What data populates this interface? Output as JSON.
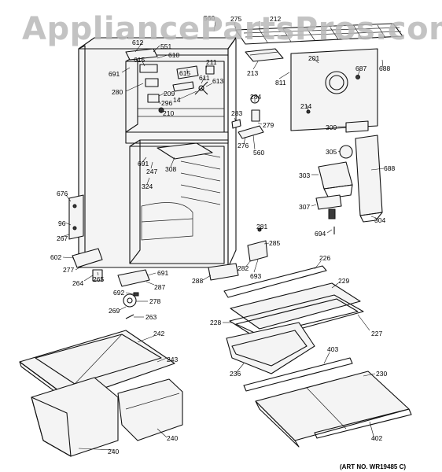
{
  "watermark": "AppliancePartsPros.com",
  "art_number": "(ART NO. WR19485 C)",
  "callouts": {
    "c560a": "560",
    "c275": "275",
    "c212": "212",
    "c612": "612",
    "c551": "551",
    "c610": "610",
    "c615a": "615",
    "c691a": "691",
    "c201": "201",
    "c688a": "688",
    "c687": "687",
    "c213": "213",
    "c811": "811",
    "c211": "211",
    "c615b": "615",
    "c611": "611",
    "c613": "613",
    "c280": "280",
    "c209": "209",
    "c14": "14",
    "c296": "296",
    "c210": "210",
    "c284": "284",
    "c214": "214",
    "c283": "283",
    "c279": "279",
    "c276": "276",
    "c560b": "560",
    "c309": "309",
    "c305": "305",
    "c688b": "688",
    "c303": "303",
    "c307": "307",
    "c304": "304",
    "c694": "694",
    "c691b": "691",
    "c247": "247",
    "c308": "308",
    "c324": "324",
    "c676": "676",
    "c96": "96",
    "c267": "267",
    "c281": "281",
    "c285": "285",
    "c282": "282",
    "c693": "693",
    "c602": "602",
    "c277": "277",
    "c264": "264",
    "c265": "265",
    "c691c": "691",
    "c287": "287",
    "c692": "692",
    "c288": "288",
    "c269": "269",
    "c278": "278",
    "c263": "263",
    "c226": "226",
    "c229": "229",
    "c228": "228",
    "c227": "227",
    "c242": "242",
    "c243": "243",
    "c236": "236",
    "c403": "403",
    "c230": "230",
    "c240a": "240",
    "c240b": "240",
    "c402": "402"
  }
}
